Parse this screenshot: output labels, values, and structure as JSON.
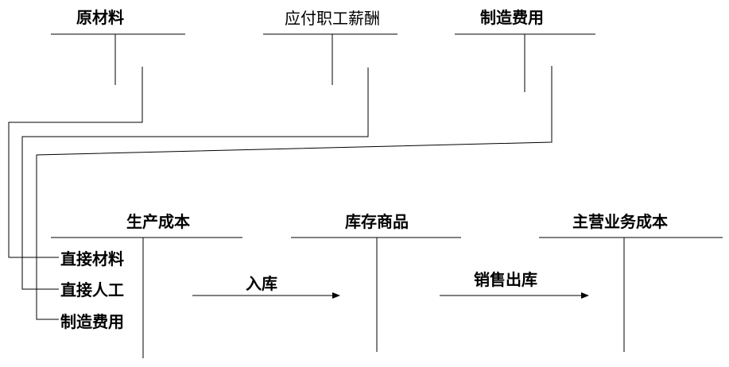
{
  "accounts": {
    "raw_materials": "原材料",
    "payroll": "应付职工薪酬",
    "overhead": "制造费用",
    "production_cost": "生产成本",
    "inventory": "库存商品",
    "cost_of_sales": "主营业务成本"
  },
  "production_cost_items": [
    "直接材料",
    "直接人工",
    "制造费用"
  ],
  "flows": {
    "into_stock": "入库",
    "sales_outbound": "销售出库"
  }
}
